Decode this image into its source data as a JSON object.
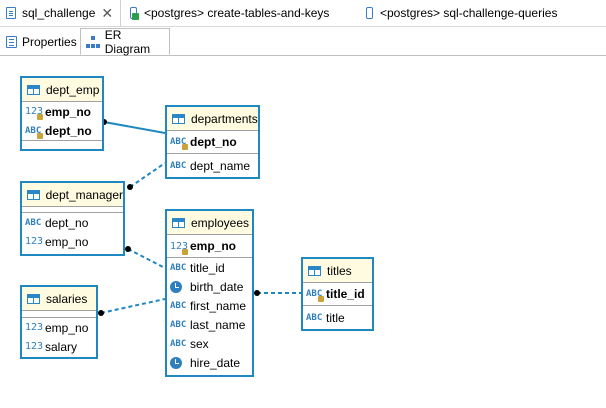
{
  "editor_tabs": [
    {
      "label": "sql_challenge",
      "icon": "database-icon",
      "active": true
    },
    {
      "label": "<postgres> create-tables-and-keys",
      "icon": "sql-script-icon"
    },
    {
      "label": "<postgres> sql-challenge-queries",
      "icon": "sql-script-icon"
    }
  ],
  "sub_tabs": [
    {
      "label": "Properties",
      "icon": "properties-icon"
    },
    {
      "label": "ER Diagram",
      "icon": "er-diagram-icon",
      "active": true
    }
  ],
  "type_labels": {
    "string": "ABC",
    "number": "123",
    "date": "clock"
  },
  "colors": {
    "entity_border": "#1f88c0",
    "entity_header": "#fefbe0",
    "link": "#1f88c0"
  },
  "entities": {
    "dept_emp": {
      "title": "dept_emp",
      "keys": [
        {
          "name": "emp_no",
          "type": "number"
        },
        {
          "name": "dept_no",
          "type": "string"
        }
      ],
      "columns": []
    },
    "departments": {
      "title": "departments",
      "keys": [
        {
          "name": "dept_no",
          "type": "string"
        }
      ],
      "columns": [
        {
          "name": "dept_name",
          "type": "string"
        }
      ]
    },
    "dept_manager": {
      "title": "dept_manager",
      "keys": [],
      "columns": [
        {
          "name": "dept_no",
          "type": "string"
        },
        {
          "name": "emp_no",
          "type": "number"
        }
      ]
    },
    "employees": {
      "title": "employees",
      "keys": [
        {
          "name": "emp_no",
          "type": "number"
        }
      ],
      "columns": [
        {
          "name": "title_id",
          "type": "string"
        },
        {
          "name": "birth_date",
          "type": "date"
        },
        {
          "name": "first_name",
          "type": "string"
        },
        {
          "name": "last_name",
          "type": "string"
        },
        {
          "name": "sex",
          "type": "string"
        },
        {
          "name": "hire_date",
          "type": "date"
        }
      ]
    },
    "salaries": {
      "title": "salaries",
      "keys": [],
      "columns": [
        {
          "name": "emp_no",
          "type": "number"
        },
        {
          "name": "salary",
          "type": "number"
        }
      ]
    },
    "titles": {
      "title": "titles",
      "keys": [
        {
          "name": "title_id",
          "type": "string"
        }
      ],
      "columns": [
        {
          "name": "title",
          "type": "string"
        }
      ]
    }
  },
  "relationships": [
    {
      "from": "dept_emp",
      "to": "departments",
      "style": "solid"
    },
    {
      "from": "dept_manager",
      "to": "departments",
      "style": "dashed"
    },
    {
      "from": "dept_manager",
      "to": "employees",
      "style": "dashed"
    },
    {
      "from": "salaries",
      "to": "employees",
      "style": "dashed"
    },
    {
      "from": "employees",
      "to": "titles",
      "style": "dashed"
    }
  ]
}
